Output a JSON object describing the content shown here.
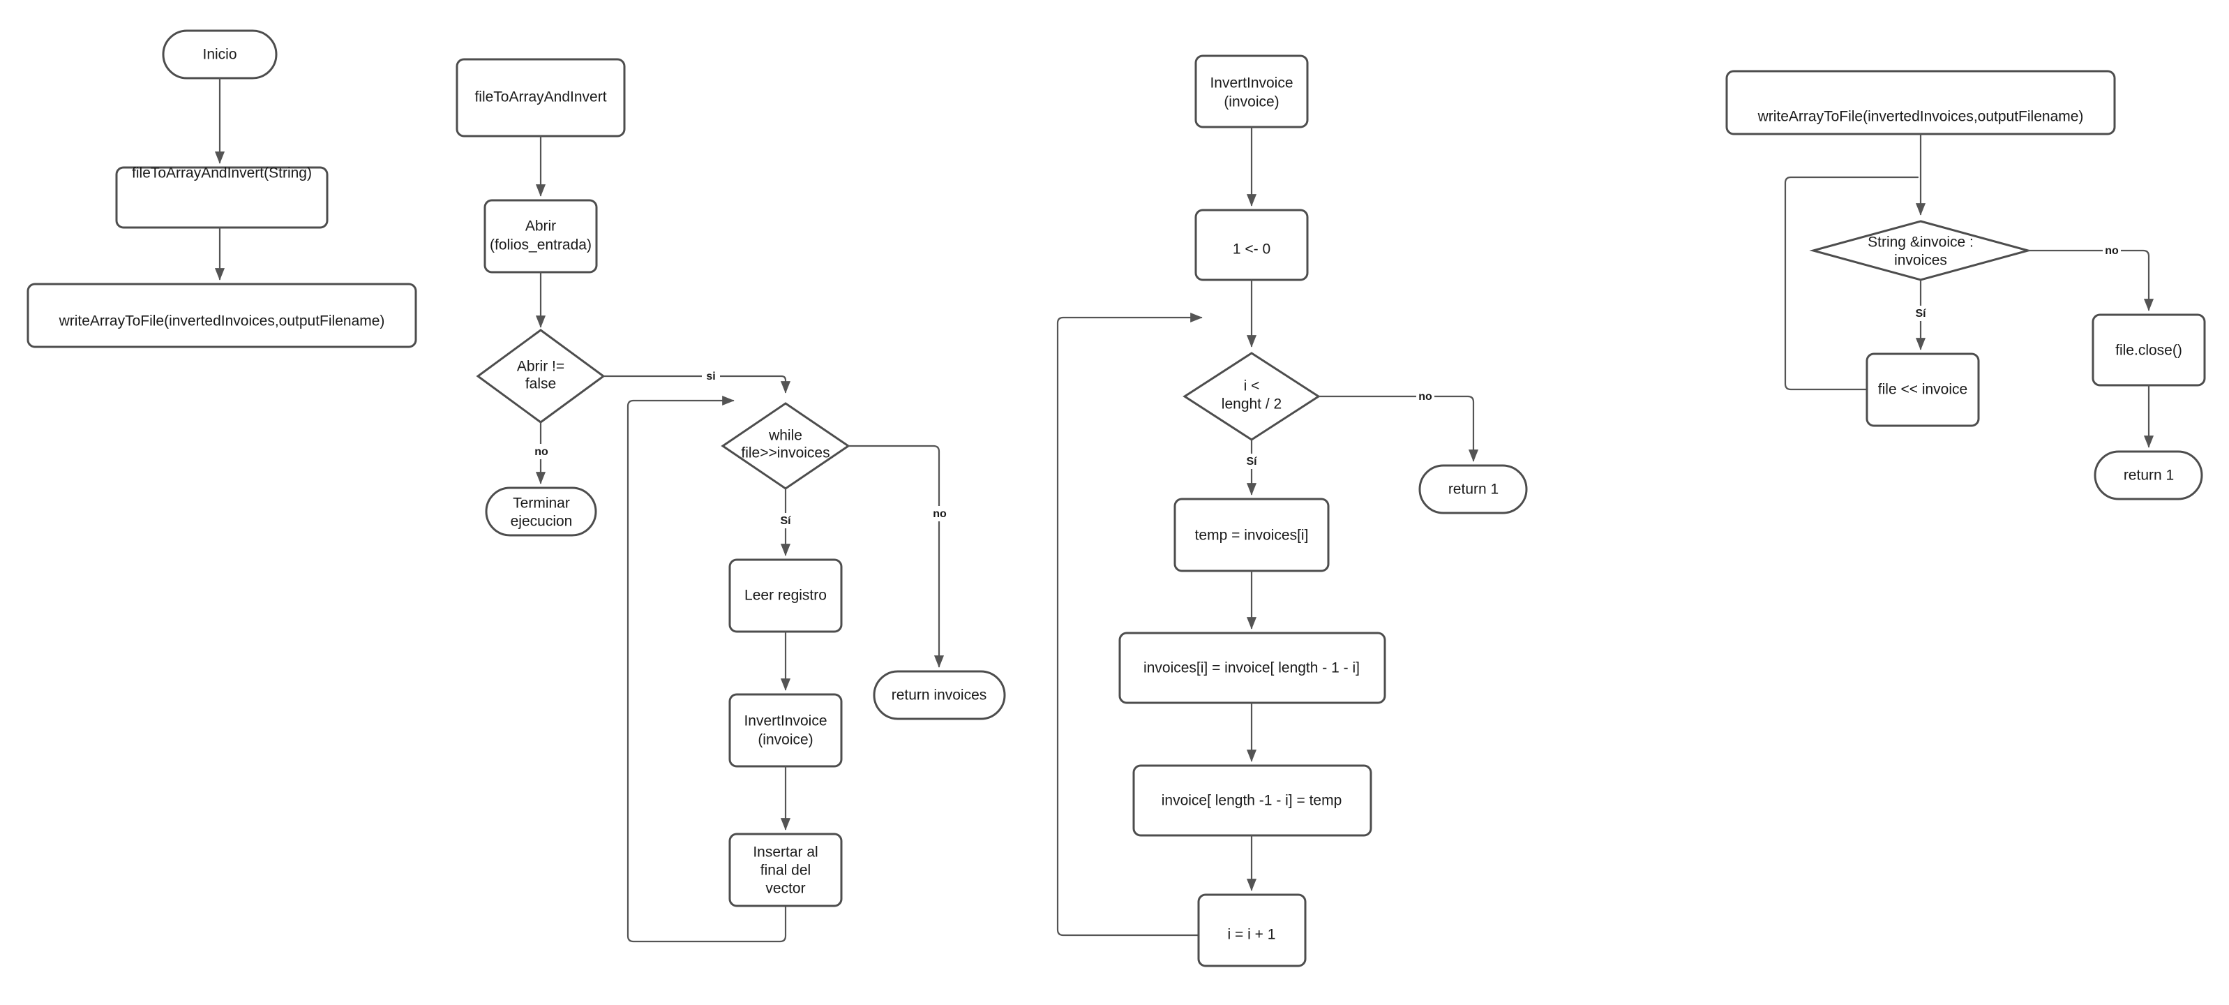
{
  "diagram": {
    "title": "Diagrama de flujo - Inversion de facturas",
    "background_color": "#ffffff",
    "node_stroke_color": "#4d4d4d",
    "edge_stroke_color": "#545454",
    "text_color": "#1a1a1a"
  },
  "labels": {
    "si_lower": "si",
    "si_accent": "Sí",
    "no": "no"
  },
  "columns": [
    {
      "name": "main",
      "nodes": [
        {
          "id": "inicio",
          "shape": "terminator",
          "lines": [
            "Inicio"
          ]
        },
        {
          "id": "call_file_to_array",
          "shape": "process",
          "lines": [
            "fileToArrayAndInvert(String)"
          ]
        },
        {
          "id": "call_write_array",
          "shape": "process",
          "lines": [
            "writeArrayToFile(invertedInvoices,outputFilename)"
          ]
        }
      ]
    },
    {
      "name": "fileToArrayAndInvert",
      "nodes": [
        {
          "id": "f_header",
          "shape": "process",
          "lines": [
            "fileToArrayAndInvert"
          ]
        },
        {
          "id": "f_abrir",
          "shape": "process",
          "lines": [
            "Abrir",
            "(folios_entrada)"
          ]
        },
        {
          "id": "f_abrir_check",
          "shape": "decision",
          "lines": [
            "Abrir !=",
            "false"
          ]
        },
        {
          "id": "f_terminar",
          "shape": "terminator",
          "lines": [
            "Terminar",
            "ejecucion"
          ]
        },
        {
          "id": "f_while",
          "shape": "decision",
          "lines": [
            "while",
            "file>>invoices"
          ]
        },
        {
          "id": "f_leer",
          "shape": "process",
          "lines": [
            "Leer registro"
          ]
        },
        {
          "id": "f_invert_call",
          "shape": "process",
          "lines": [
            "InvertInvoice",
            "(invoice)"
          ]
        },
        {
          "id": "f_insertar",
          "shape": "process",
          "lines": [
            "Insertar al",
            "final del",
            "vector"
          ]
        },
        {
          "id": "f_return",
          "shape": "terminator",
          "lines": [
            "return invoices"
          ]
        }
      ]
    },
    {
      "name": "InvertInvoice",
      "nodes": [
        {
          "id": "i_header",
          "shape": "process",
          "lines": [
            "InvertInvoice",
            "(invoice)"
          ]
        },
        {
          "id": "i_init",
          "shape": "process",
          "lines": [
            "1 <- 0"
          ]
        },
        {
          "id": "i_cond",
          "shape": "decision",
          "lines": [
            "i <",
            "lenght / 2"
          ]
        },
        {
          "id": "i_return",
          "shape": "terminator",
          "lines": [
            "return 1"
          ]
        },
        {
          "id": "i_temp",
          "shape": "process",
          "lines": [
            "temp = invoices[i]"
          ]
        },
        {
          "id": "i_swap1",
          "shape": "process",
          "lines": [
            "invoices[i] = invoice[ length - 1 - i]"
          ]
        },
        {
          "id": "i_swap2",
          "shape": "process",
          "lines": [
            "invoice[ length -1 - i] = temp"
          ]
        },
        {
          "id": "i_incr",
          "shape": "process",
          "lines": [
            "i = i + 1"
          ]
        }
      ]
    },
    {
      "name": "writeArrayToFile",
      "nodes": [
        {
          "id": "w_header",
          "shape": "process",
          "lines": [
            "writeArrayToFile(invertedInvoices,outputFilename)"
          ]
        },
        {
          "id": "w_cond",
          "shape": "decision",
          "lines": [
            "String &invoice :",
            "invoices"
          ]
        },
        {
          "id": "w_write",
          "shape": "process",
          "lines": [
            "file << invoice"
          ]
        },
        {
          "id": "w_close",
          "shape": "process",
          "lines": [
            "file.close()"
          ]
        },
        {
          "id": "w_return",
          "shape": "terminator",
          "lines": [
            "return 1"
          ]
        }
      ]
    }
  ]
}
